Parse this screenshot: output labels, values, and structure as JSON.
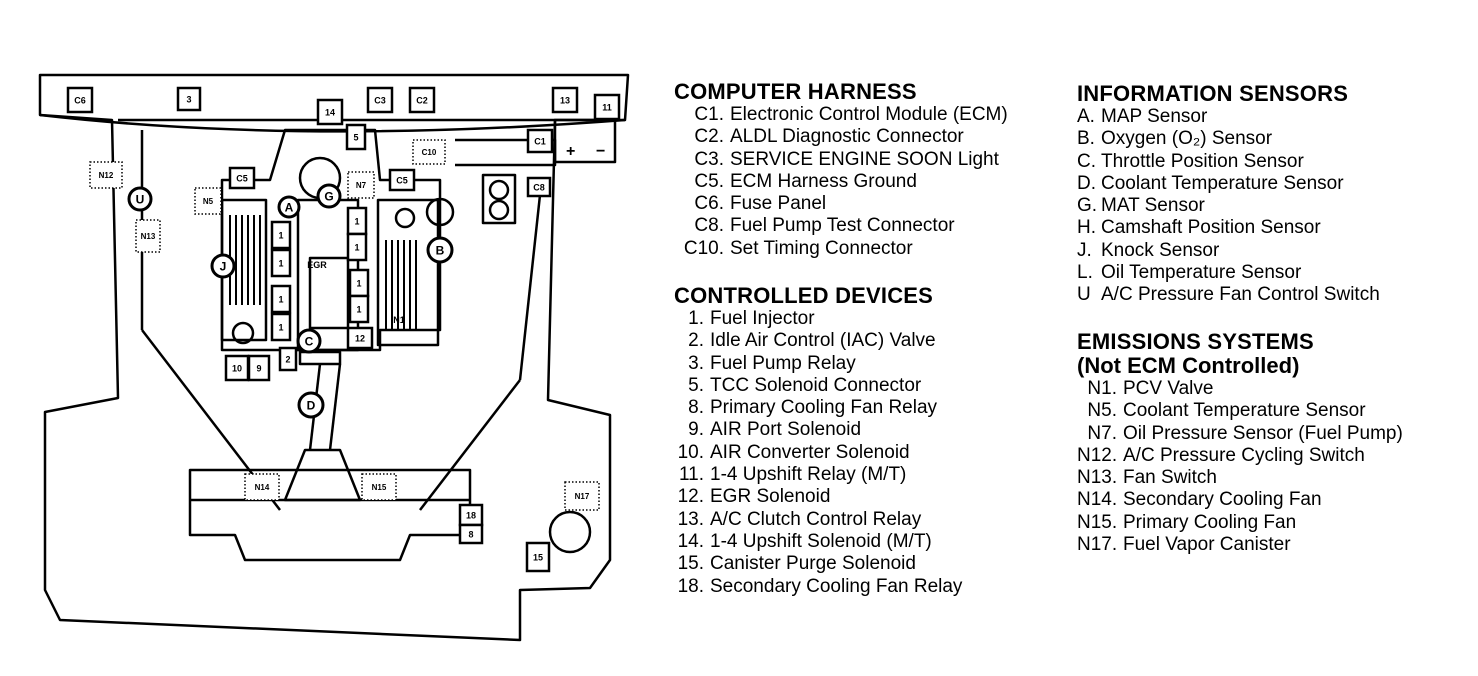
{
  "diagram": {
    "boxes": [
      {
        "id": "c6",
        "label": "C6"
      },
      {
        "id": "3-top",
        "label": "3"
      },
      {
        "id": "14",
        "label": "14"
      },
      {
        "id": "c3",
        "label": "C3"
      },
      {
        "id": "c2",
        "label": "C2"
      },
      {
        "id": "13",
        "label": "13"
      },
      {
        "id": "11",
        "label": "11"
      },
      {
        "id": "5",
        "label": "5"
      },
      {
        "id": "c1",
        "label": "C1"
      },
      {
        "id": "c5-left",
        "label": "C5"
      },
      {
        "id": "c5-right",
        "label": "C5"
      },
      {
        "id": "c8",
        "label": "C8"
      },
      {
        "id": "10",
        "label": "10"
      },
      {
        "id": "9",
        "label": "9"
      },
      {
        "id": "2",
        "label": "2"
      },
      {
        "id": "12",
        "label": "12"
      },
      {
        "id": "18",
        "label": "18"
      },
      {
        "id": "8",
        "label": "8"
      },
      {
        "id": "15",
        "label": "15"
      },
      {
        "id": "inj-l1",
        "label": "1"
      },
      {
        "id": "inj-l2",
        "label": "1"
      },
      {
        "id": "inj-l3",
        "label": "1"
      },
      {
        "id": "inj-l4",
        "label": "1"
      },
      {
        "id": "inj-r1",
        "label": "1"
      },
      {
        "id": "inj-r2",
        "label": "1"
      },
      {
        "id": "inj-r3",
        "label": "1"
      },
      {
        "id": "inj-r4",
        "label": "1"
      }
    ],
    "dotted_boxes": [
      {
        "id": "c10",
        "label": "C10"
      },
      {
        "id": "n12",
        "label": "N12"
      },
      {
        "id": "n13",
        "label": "N13"
      },
      {
        "id": "n5",
        "label": "N5"
      },
      {
        "id": "n7",
        "label": "N7"
      },
      {
        "id": "n14",
        "label": "N14"
      },
      {
        "id": "n15",
        "label": "N15"
      },
      {
        "id": "n17",
        "label": "N17"
      }
    ],
    "circles": [
      {
        "id": "u",
        "label": "U"
      },
      {
        "id": "a",
        "label": "A"
      },
      {
        "id": "g",
        "label": "G"
      },
      {
        "id": "b",
        "label": "B"
      },
      {
        "id": "j",
        "label": "J"
      },
      {
        "id": "c",
        "label": "C"
      },
      {
        "id": "d",
        "label": "D"
      }
    ],
    "plain_labels": [
      {
        "id": "n1",
        "label": "N1"
      },
      {
        "id": "egr",
        "label": "EGR"
      }
    ],
    "battery_plus": "+",
    "battery_minus": "−"
  },
  "computer_harness": {
    "title": "COMPUTER HARNESS",
    "items": [
      {
        "code": "C1.",
        "text": "Electronic Control Module (ECM)"
      },
      {
        "code": "C2.",
        "text": "ALDL Diagnostic Connector"
      },
      {
        "code": "C3.",
        "text": "SERVICE ENGINE SOON Light"
      },
      {
        "code": "C5.",
        "text": "ECM Harness Ground"
      },
      {
        "code": "C6.",
        "text": "Fuse Panel"
      },
      {
        "code": "C8.",
        "text": "Fuel Pump Test Connector"
      },
      {
        "code": "C10.",
        "text": "Set Timing Connector"
      }
    ]
  },
  "controlled_devices": {
    "title": "CONTROLLED DEVICES",
    "items": [
      {
        "code": "1.",
        "text": "Fuel Injector"
      },
      {
        "code": "2.",
        "text": "Idle Air Control (IAC) Valve"
      },
      {
        "code": "3.",
        "text": "Fuel Pump Relay"
      },
      {
        "code": "5.",
        "text": "TCC Solenoid Connector"
      },
      {
        "code": "8.",
        "text": "Primary Cooling Fan Relay"
      },
      {
        "code": "9.",
        "text": "AIR Port Solenoid"
      },
      {
        "code": "10.",
        "text": "AIR Converter Solenoid"
      },
      {
        "code": "11.",
        "text": "1-4 Upshift Relay (M/T)"
      },
      {
        "code": "12.",
        "text": "EGR Solenoid"
      },
      {
        "code": "13.",
        "text": "A/C Clutch Control Relay"
      },
      {
        "code": "14.",
        "text": "1-4 Upshift Solenoid (M/T)"
      },
      {
        "code": "15.",
        "text": "Canister Purge Solenoid"
      },
      {
        "code": "18.",
        "text": "Secondary Cooling Fan Relay"
      }
    ]
  },
  "information_sensors": {
    "title": "INFORMATION SENSORS",
    "items": [
      {
        "code": "A.",
        "text": "MAP Sensor"
      },
      {
        "code": "B.",
        "text": "Oxygen (O₂) Sensor"
      },
      {
        "code": "C.",
        "text": "Throttle Position Sensor"
      },
      {
        "code": "D.",
        "text": "Coolant Temperature Sensor"
      },
      {
        "code": "G.",
        "text": "MAT Sensor"
      },
      {
        "code": "H.",
        "text": "Camshaft Position Sensor"
      },
      {
        "code": "J.",
        "text": "Knock Sensor"
      },
      {
        "code": "L.",
        "text": "Oil Temperature Sensor"
      },
      {
        "code": "U",
        "text": "A/C Pressure Fan Control Switch"
      }
    ]
  },
  "emissions_systems": {
    "title": "EMISSIONS SYSTEMS",
    "subtitle": "(Not ECM Controlled)",
    "items": [
      {
        "code": "N1.",
        "text": "PCV Valve"
      },
      {
        "code": "N5.",
        "text": "Coolant Temperature Sensor"
      },
      {
        "code": "N7.",
        "text": "Oil Pressure Sensor (Fuel Pump)"
      },
      {
        "code": "N12.",
        "text": "A/C Pressure Cycling Switch"
      },
      {
        "code": "N13.",
        "text": "Fan Switch"
      },
      {
        "code": "N14.",
        "text": "Secondary Cooling Fan"
      },
      {
        "code": "N15.",
        "text": "Primary Cooling Fan"
      },
      {
        "code": "N17.",
        "text": "Fuel Vapor Canister"
      }
    ]
  }
}
